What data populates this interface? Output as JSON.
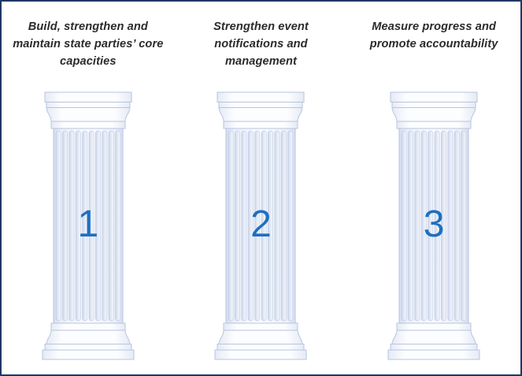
{
  "page": {
    "title": "Three Pillars",
    "border_color": "#1F3864",
    "background_color": "#FFFFFF"
  },
  "style": {
    "number_color": "#1F6FBF",
    "caption_color": "#2B2B2B",
    "column_stroke": "#B7C4E0",
    "column_fill_light": "#FDFEFF",
    "flute_fill": "#DDE4F2"
  },
  "pillars": [
    {
      "id": "pillar-1",
      "caption": "Build, strengthen and maintain state parties’ core capacities",
      "number": "1",
      "icon": "classical-column-icon"
    },
    {
      "id": "pillar-2",
      "caption": "Strengthen event notifications and management",
      "number": "2",
      "icon": "classical-column-icon"
    },
    {
      "id": "pillar-3",
      "caption": "Measure progress and promote accountability",
      "number": "3",
      "icon": "classical-column-icon"
    }
  ]
}
